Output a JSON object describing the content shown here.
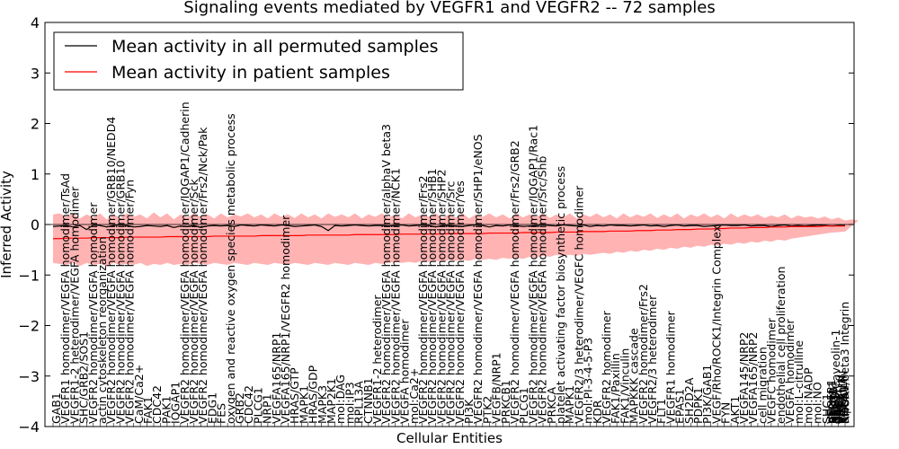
{
  "chart_data": {
    "type": "line",
    "title": "Signaling events mediated by VEGFR1 and VEGFR2 -- 72 samples",
    "xlabel": "Cellular Entities",
    "ylabel": "Inferred Activity",
    "ylim": [
      -4,
      4
    ],
    "yticks": [
      "−4",
      "−3",
      "−2",
      "−1",
      "0",
      "1",
      "2",
      "3",
      "4"
    ],
    "grid": false,
    "legend_position": "top-left",
    "colors": {
      "permuted": "#000000",
      "patient": "#ff0000",
      "band": "#ff9999"
    },
    "categories": [
      "GAB1",
      "VEGFR1 homodimer/VEGFA homodimer/TsAd",
      "VEGFR1-2 heterodimer/VEGFA homodimer",
      "SHC/GRB2/SOS1",
      "VEGFR2 homodimer/VEGFA homodimer",
      "actin cytoskeleton reorganization",
      "VEGFR2 homodimer/VEGFA homodimer/GRB10/NEDD4",
      "VEGFR2 homodimer/VEGFA homodimer/GRB10",
      "VEGFR2 homodimer/VEGFA homodimer/Fyn",
      "CaM/Ca2+",
      "FAK1",
      "CDC42",
      "PAK1",
      "IQGAP1",
      "VEGFR2 homodimer/VEGFA homodimer/IQGAP1/Cadherin",
      "VEGFR2 homodimer/VEGFA homodimer/Sck",
      "VEGFR2 homodimer/VEGFA homodimer/Frs2/Nck/Pak",
      "EDG1",
      "FES",
      "oxygen and reactive oxygen species metabolic process",
      "GRB2",
      "CDC42",
      "PLCG1",
      "NRP1",
      "VEGFA165/NRP1",
      "VEGFA165/NRP1/VEGFR2 homodimer",
      "HRAS/GTP",
      "MAPK1",
      "HRAS/GDP",
      "MAPK3",
      "MAP2K1",
      "mol:DAG",
      "mol:IP3",
      "RPL13A",
      "CTNNB1",
      "VEGFR1-2 heterodimer",
      "VEGFR2 homodimer/VEGFA homodimer/alphaV beta3",
      "VEGFR2 homodimer/VEGFA homodimer/NCK1",
      "VEGFA homodimer",
      "mol:Ca2+",
      "VEGFR2 homodimer/VEGFA homodimer/Frs2",
      "VEGFR2 homodimer/VEGFA homodimer/SHB1",
      "VEGFR2 homodimer/VEGFA homodimer/SHP2",
      "VEGFR2 homodimer/VEGFA homodimer/Src",
      "VEGFR2 homodimer/VEGFA homodimer/Yes",
      "PI3K",
      "VEGFR2 homodimer/VEGFA homodimer/SHP1/eNOS",
      "PTK2",
      "VEGFB/NRP1",
      "PRKCB1",
      "VEGFR2 homodimer/VEGFA homodimer/Frs2/GRB2",
      "PLCG1",
      "VEGFR2 homodimer/VEGFA homodimer/IQGAP1/Rac1",
      "VEGFR2 homodimer/VEGFA homodimer/Src/Shb",
      "PRKCA",
      "platelet activating factor biosynthetic process",
      "MAPK1",
      "VEGFR2/3 heterodimer/VEGFC homodimer",
      "mol:PI-3-4-5-P3",
      "KDR",
      "VEGFR2 homodimer",
      "FAK1/Paxillin",
      "FAK1/Vinculin",
      "MAPKKK cascade",
      "VEGFR2 homodimer/Frs2",
      "VEGFR2/3 heterodimer",
      "FLT1",
      "VEGFR1 homodimer",
      "EPAS1",
      "SH2D2A",
      "PDPK1",
      "PI3K/GAB1",
      "VEGF/Rho/ROCK1/Integrin Complex",
      "FYN",
      "AKT1",
      "VEGFA145/NRP2",
      "VEGFA165/NRP2",
      "cell migration",
      "VEGFC homodimer",
      "endothelial cell proliferation",
      "VEGFA homodimer",
      "mol:L-citrulline",
      "mol:NADP",
      "mol:NO",
      "SHC1",
      "eNOS/Caveolin-1",
      "alphaV/beta3 Integrin",
      "VEGFR1",
      "PTPN11",
      "PRKCB",
      "NOS3",
      "RAC1",
      "NCK1",
      "CAV1",
      "SRC",
      "YES1",
      "PAXILLIN",
      "VINCULIN",
      "ROCK1",
      "RHOA"
    ],
    "n_points": 119,
    "series": [
      {
        "name": "Mean activity in all permuted samples",
        "color": "#000000",
        "values": [
          -0.04,
          -0.03,
          -0.02,
          -0.05,
          -0.02,
          -0.1,
          -0.01,
          -0.02,
          -0.05,
          -0.02,
          -0.01,
          -0.02,
          -0.05,
          -0.04,
          -0.02,
          -0.03,
          -0.04,
          -0.02,
          -0.06,
          -0.03,
          -0.04,
          -0.02,
          -0.06,
          -0.03,
          -0.02,
          -0.03,
          -0.02,
          -0.04,
          -0.01,
          -0.02,
          -0.03,
          -0.01,
          -0.02,
          -0.03,
          -0.01,
          -0.02,
          -0.04,
          -0.03,
          -0.02,
          -0.01,
          -0.04,
          -0.12,
          -0.02,
          -0.03,
          -0.02,
          -0.01,
          -0.02,
          -0.03,
          -0.02,
          -0.02,
          -0.03,
          -0.02,
          -0.01,
          -0.03,
          -0.02,
          -0.01,
          -0.02,
          -0.05,
          -0.02,
          -0.02,
          -0.03,
          -0.04,
          -0.02,
          -0.01,
          -0.02,
          -0.05,
          -0.02,
          -0.03,
          -0.01,
          -0.02,
          -0.04,
          -0.03,
          -0.02,
          -0.01,
          -0.02,
          -0.03,
          -0.01,
          -0.02,
          -0.03,
          -0.01,
          -0.04,
          -0.02,
          -0.03,
          -0.01,
          -0.02,
          -0.02,
          -0.03,
          -0.02,
          -0.01,
          -0.03,
          -0.02,
          -0.04,
          -0.02,
          -0.01,
          -0.03,
          -0.02,
          -0.02,
          -0.04,
          -0.03,
          -0.02,
          -0.01,
          -0.02,
          -0.02,
          -0.01,
          -0.03,
          -0.02,
          -0.02,
          -0.04,
          -0.02,
          -0.01,
          -0.03,
          -0.02,
          -0.03,
          -0.02,
          -0.01,
          -0.02,
          -0.03,
          -0.02,
          -0.02
        ]
      },
      {
        "name": "Mean activity in patient samples",
        "color": "#ff0000",
        "values": [
          -0.28,
          -0.28,
          -0.27,
          -0.27,
          -0.27,
          -0.27,
          -0.26,
          -0.26,
          -0.26,
          -0.26,
          -0.26,
          -0.25,
          -0.25,
          -0.25,
          -0.25,
          -0.25,
          -0.25,
          -0.24,
          -0.24,
          -0.24,
          -0.24,
          -0.24,
          -0.24,
          -0.24,
          -0.23,
          -0.23,
          -0.23,
          -0.23,
          -0.23,
          -0.23,
          -0.23,
          -0.22,
          -0.22,
          -0.22,
          -0.22,
          -0.22,
          -0.22,
          -0.22,
          -0.21,
          -0.21,
          -0.21,
          -0.21,
          -0.21,
          -0.21,
          -0.21,
          -0.2,
          -0.2,
          -0.2,
          -0.2,
          -0.2,
          -0.2,
          -0.2,
          -0.19,
          -0.19,
          -0.19,
          -0.19,
          -0.19,
          -0.19,
          -0.19,
          -0.18,
          -0.18,
          -0.18,
          -0.18,
          -0.18,
          -0.18,
          -0.17,
          -0.17,
          -0.17,
          -0.17,
          -0.17,
          -0.16,
          -0.16,
          -0.16,
          -0.16,
          -0.16,
          -0.15,
          -0.15,
          -0.15,
          -0.15,
          -0.14,
          -0.14,
          -0.14,
          -0.14,
          -0.13,
          -0.13,
          -0.13,
          -0.13,
          -0.12,
          -0.12,
          -0.12,
          -0.11,
          -0.11,
          -0.11,
          -0.1,
          -0.1,
          -0.1,
          -0.09,
          -0.09,
          -0.09,
          -0.08,
          -0.08,
          -0.07,
          -0.07,
          -0.07,
          -0.06,
          -0.06,
          -0.06,
          -0.05,
          -0.05,
          -0.05,
          -0.04,
          -0.04,
          -0.04,
          -0.04,
          -0.04,
          -0.03,
          -0.03,
          -0.03,
          -0.03
        ]
      }
    ],
    "band": {
      "upper": [
        0.2,
        0.22,
        0.15,
        0.22,
        0.12,
        0.2,
        0.14,
        0.22,
        0.1,
        0.2,
        0.13,
        0.22,
        0.15,
        0.2,
        0.12,
        0.24,
        0.14,
        0.22,
        0.1,
        0.2,
        0.14,
        0.22,
        0.15,
        0.2,
        0.12,
        0.22,
        0.14,
        0.2,
        0.16,
        0.22,
        0.14,
        0.2,
        0.12,
        0.22,
        0.15,
        0.2,
        0.13,
        0.22,
        0.14,
        0.2,
        0.12,
        0.22,
        0.15,
        0.2,
        0.14,
        0.22,
        0.12,
        0.2,
        0.15,
        0.22,
        0.14,
        0.2,
        0.12,
        0.22,
        0.14,
        0.2,
        0.15,
        0.22,
        0.13,
        0.2,
        0.14,
        0.22,
        0.12,
        0.2,
        0.15,
        0.22,
        0.14,
        0.2,
        0.12,
        0.22,
        0.14,
        0.2,
        0.15,
        0.22,
        0.13,
        0.2,
        0.14,
        0.22,
        0.12,
        0.2,
        0.15,
        0.22,
        0.14,
        0.2,
        0.12,
        0.22,
        0.14,
        0.2,
        0.15,
        0.22,
        0.13,
        0.2,
        0.14,
        0.22,
        0.12,
        0.2,
        0.15,
        0.22,
        0.14,
        0.2,
        0.12,
        0.22,
        0.14,
        0.2,
        0.15,
        0.2,
        0.13,
        0.18,
        0.14,
        0.2,
        0.12,
        0.18,
        0.14,
        0.16,
        0.12,
        0.16,
        0.1,
        0.14,
        0.08,
        0.1,
        0.08
      ],
      "lower": [
        -0.76,
        -0.78,
        -0.8,
        -0.76,
        -0.82,
        -0.76,
        -0.8,
        -0.78,
        -0.82,
        -0.76,
        -0.8,
        -0.78,
        -0.8,
        -0.76,
        -0.82,
        -0.78,
        -0.8,
        -0.76,
        -0.8,
        -0.78,
        -0.8,
        -0.76,
        -0.78,
        -0.8,
        -0.76,
        -0.78,
        -0.8,
        -0.76,
        -0.78,
        -0.8,
        -0.76,
        -0.78,
        -0.8,
        -0.76,
        -0.78,
        -0.8,
        -0.76,
        -0.78,
        -0.8,
        -0.76,
        -0.78,
        -0.8,
        -0.76,
        -0.78,
        -0.8,
        -0.76,
        -0.78,
        -0.8,
        -0.76,
        -0.78,
        -0.76,
        -0.74,
        -0.76,
        -0.74,
        -0.76,
        -0.72,
        -0.74,
        -0.72,
        -0.74,
        -0.7,
        -0.72,
        -0.7,
        -0.72,
        -0.68,
        -0.7,
        -0.68,
        -0.7,
        -0.66,
        -0.68,
        -0.66,
        -0.68,
        -0.64,
        -0.66,
        -0.62,
        -0.64,
        -0.6,
        -0.62,
        -0.6,
        -0.62,
        -0.58,
        -0.6,
        -0.58,
        -0.56,
        -0.58,
        -0.54,
        -0.56,
        -0.52,
        -0.54,
        -0.5,
        -0.52,
        -0.48,
        -0.5,
        -0.46,
        -0.48,
        -0.44,
        -0.46,
        -0.42,
        -0.44,
        -0.4,
        -0.42,
        -0.38,
        -0.4,
        -0.36,
        -0.38,
        -0.34,
        -0.36,
        -0.32,
        -0.34,
        -0.3,
        -0.32,
        -0.28,
        -0.26,
        -0.24,
        -0.22,
        -0.2,
        -0.18,
        -0.16,
        -0.15,
        -0.14
      ]
    }
  }
}
